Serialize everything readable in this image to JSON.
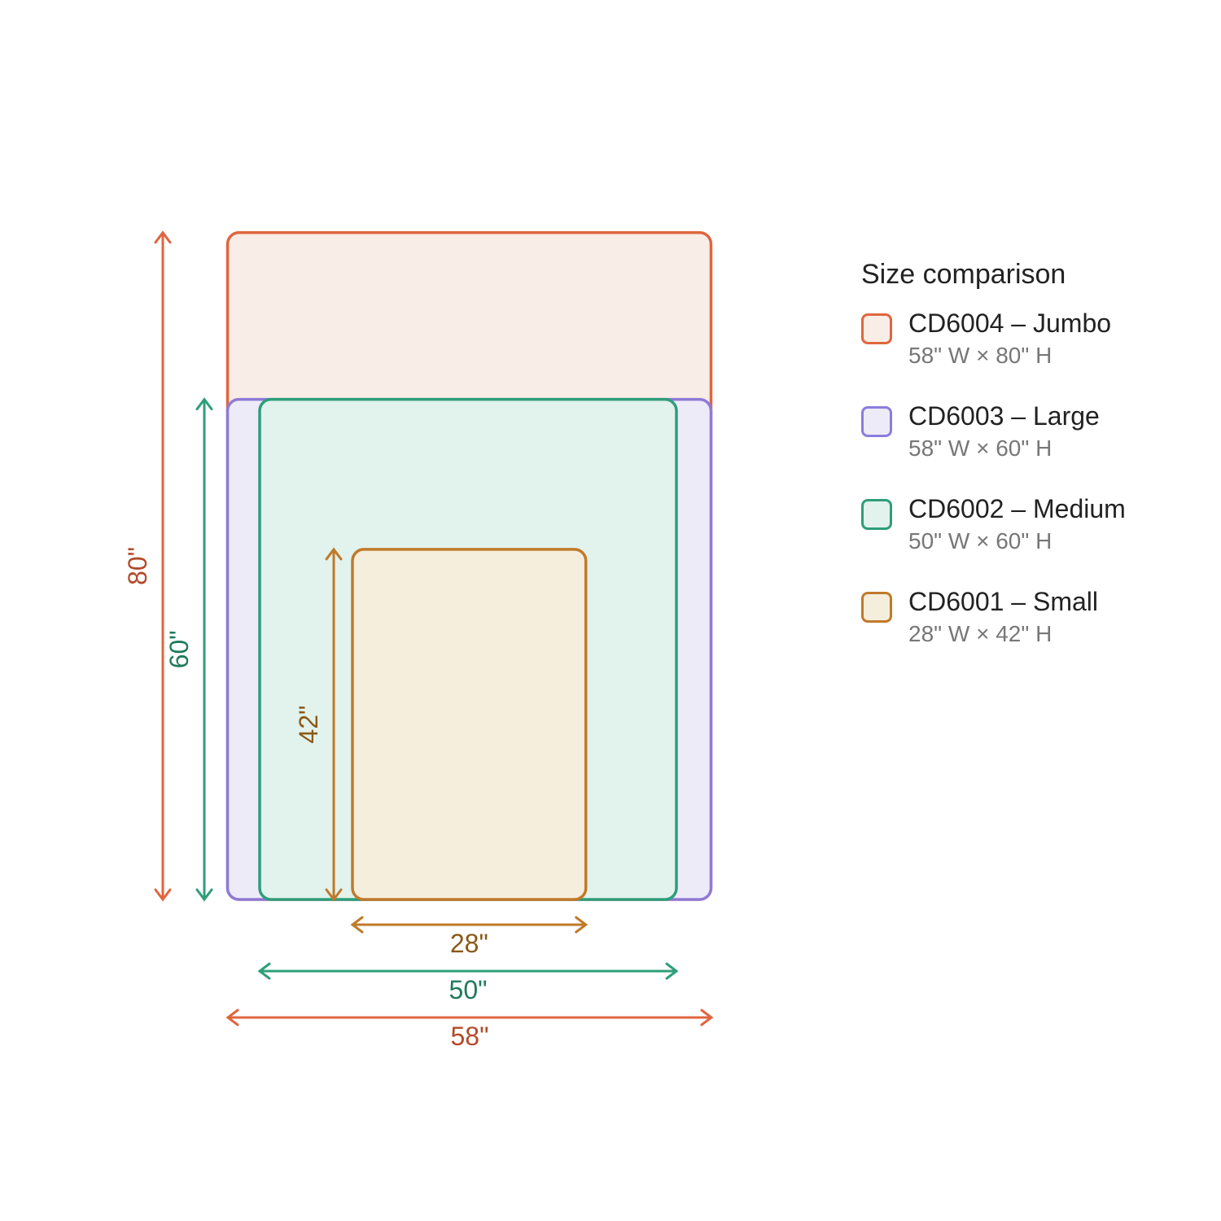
{
  "legend": {
    "title": "Size comparison",
    "items": [
      {
        "name": "CD6004 – Jumbo",
        "dims": "58\" W × 80\" H"
      },
      {
        "name": "CD6003 – Large",
        "dims": "58\" W × 60\" H"
      },
      {
        "name": "CD6002 – Medium",
        "dims": "50\" W × 60\" H"
      },
      {
        "name": "CD6001 – Small",
        "dims": "28\" W × 42\" H"
      }
    ]
  },
  "sizes": [
    {
      "id": "jumbo",
      "width": 58,
      "height": 80,
      "stroke": "#e0663f",
      "fill": "#f8ede7",
      "text": "#b34a2a",
      "width_label": "58\"",
      "height_label": "80\""
    },
    {
      "id": "large",
      "width": 58,
      "height": 60,
      "stroke": "#8f7bd6",
      "fill": "#eeebf9",
      "text": "#6a58b0"
    },
    {
      "id": "medium",
      "width": 50,
      "height": 60,
      "stroke": "#2e9e78",
      "fill": "#e2f2ed",
      "text": "#1f7a5a",
      "width_label": "50\"",
      "height_label": "60\""
    },
    {
      "id": "small",
      "width": 28,
      "height": 42,
      "stroke": "#c07a2a",
      "fill": "#f6eedd",
      "text": "#8a5a18",
      "width_label": "28\"",
      "height_label": "42\""
    }
  ]
}
